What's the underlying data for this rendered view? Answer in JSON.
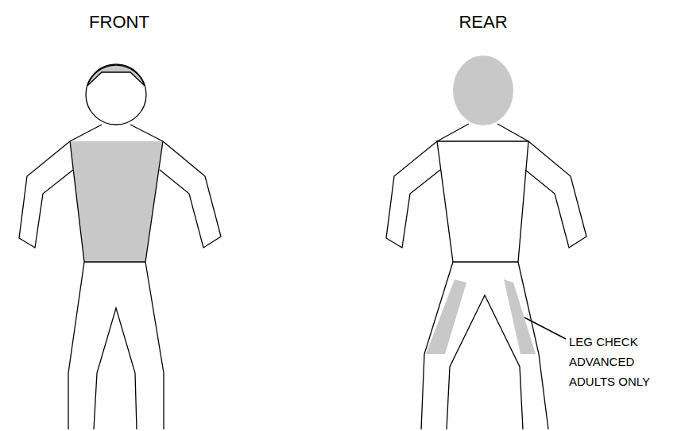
{
  "diagram": {
    "labels": [
      "FRONT",
      "REAR",
      "LEG CHECK ADVANCED ADULTS ONLY"
    ]
  }
}
